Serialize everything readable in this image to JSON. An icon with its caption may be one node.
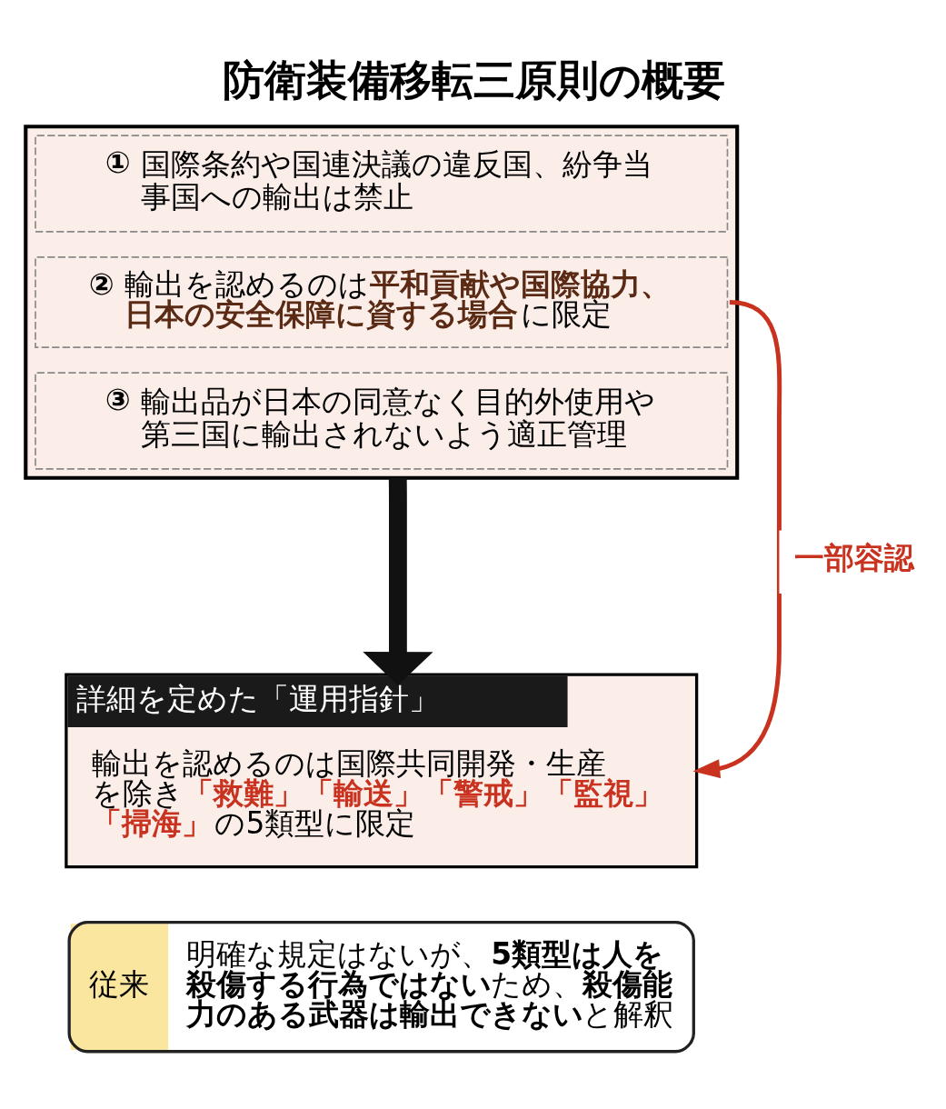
{
  "diagram": {
    "title": "防衛装備移転三原則の概要",
    "nodes": [
      {
        "text": [],
        "shape": "box"
      },
      {
        "text": [
          "①",
          "国際条約や国連決議の違反国、紛争当事国への輸出は禁止"
        ],
        "in": 0
      },
      {
        "text": [
          "②",
          "輸出を認めるのは**平和貢献や国際協力、日本の安全保障に資する場合**に限定"
        ],
        "in": 0
      },
      {
        "text": [
          "③",
          "輸出品が日本の同意なく目的外使用や第三国に輸出されないよう適正管理"
        ],
        "in": 0
      },
      {
        "text": [
          "詳細を定めた「運用指針」",
          "輸出を認めるのは国際共同開発・生産を除き**「救難」「輸送」「警戒」「監視」「掃海」**の5類型に限定"
        ]
      },
      {
        "text": [
          "従来",
          "明確な規定はないが、**5類型は人を殺傷する行為ではない**ため、**殺傷能力のある武器は輸出できない**と解釈"
        ]
      }
    ],
    "edges": [
      {
        "from": 0,
        "to": 4,
        "arrow": "to",
        "style": "thick"
      },
      {
        "from": 2,
        "to": 4,
        "arrow": "to",
        "label": "一部容認",
        "color": "#c8321e"
      }
    ]
  }
}
